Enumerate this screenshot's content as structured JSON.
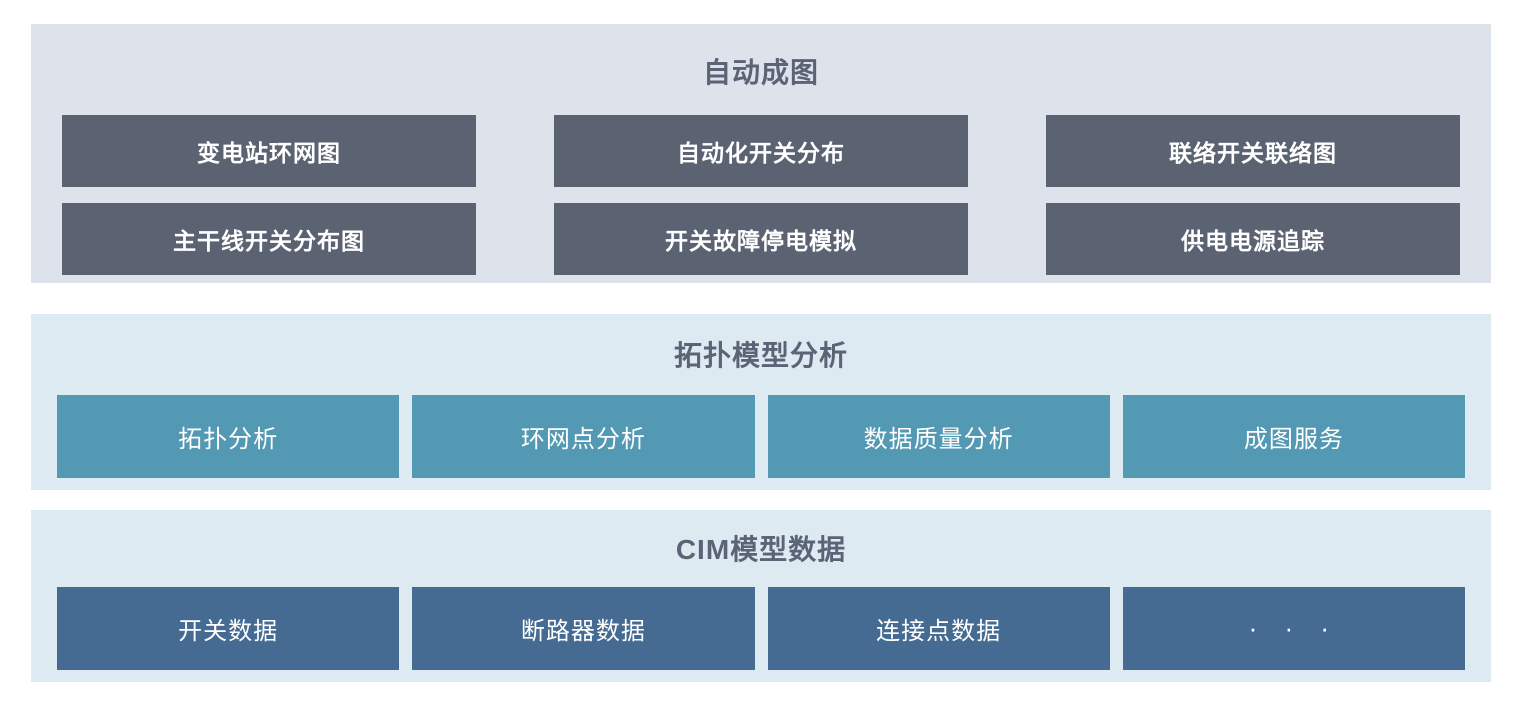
{
  "colors": {
    "page_bg": "#ffffff",
    "auto_section_bg": "#dee2eb",
    "auto_box_bg": "#5b6372",
    "topo_section_bg": "#ddeaf2",
    "topo_box_bg": "#5499b4",
    "cim_section_bg": "#ddeaf2",
    "cim_box_bg": "#456b93",
    "title_text": "#5b6476",
    "box_text": "#ffffff"
  },
  "sections": {
    "auto_drawing": {
      "title": "自动成图",
      "items": [
        "变电站环网图",
        "自动化开关分布",
        "联络开关联络图",
        "主干线开关分布图",
        "开关故障停电模拟",
        "供电电源追踪"
      ]
    },
    "topology_analysis": {
      "title": "拓扑模型分析",
      "items": [
        "拓扑分析",
        "环网点分析",
        "数据质量分析",
        "成图服务"
      ]
    },
    "cim_model_data": {
      "title": "CIM模型数据",
      "items": [
        "开关数据",
        "断路器数据",
        "连接点数据",
        "· · ·"
      ]
    }
  }
}
